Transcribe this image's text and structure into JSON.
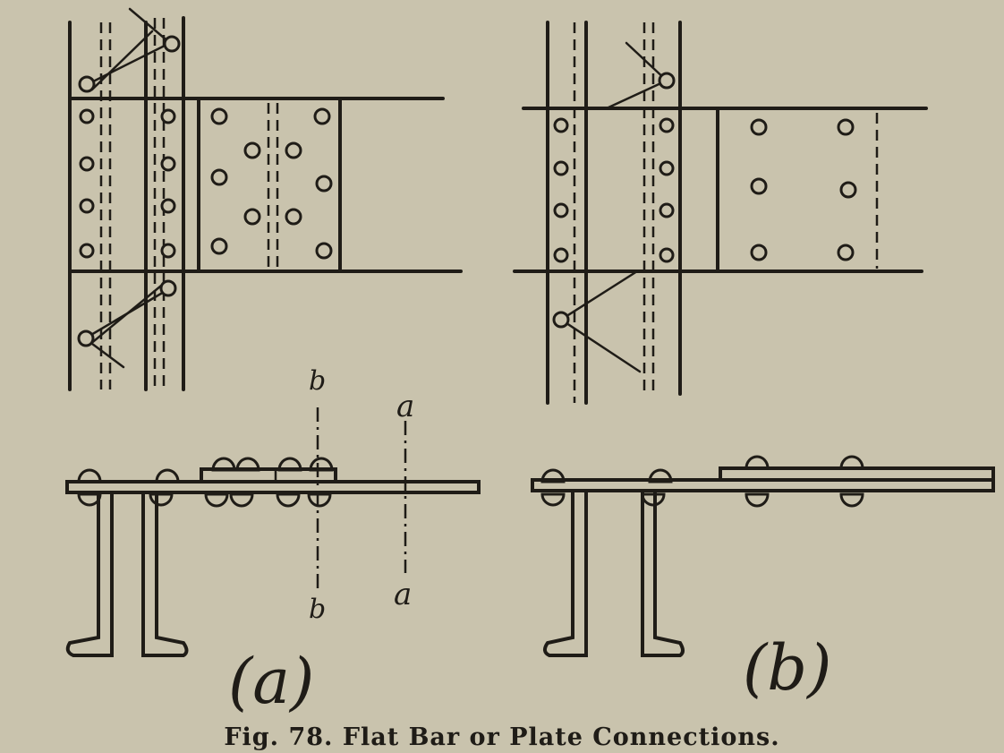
{
  "caption": "Fig. 78. Flat Bar or Plate Connections.",
  "labels": {
    "view_a": "(a)",
    "view_b": "(b)",
    "section_a": "a",
    "section_b": "b"
  },
  "colors": {
    "paper": "#c9c3ad",
    "ink": "#1f1c17"
  }
}
